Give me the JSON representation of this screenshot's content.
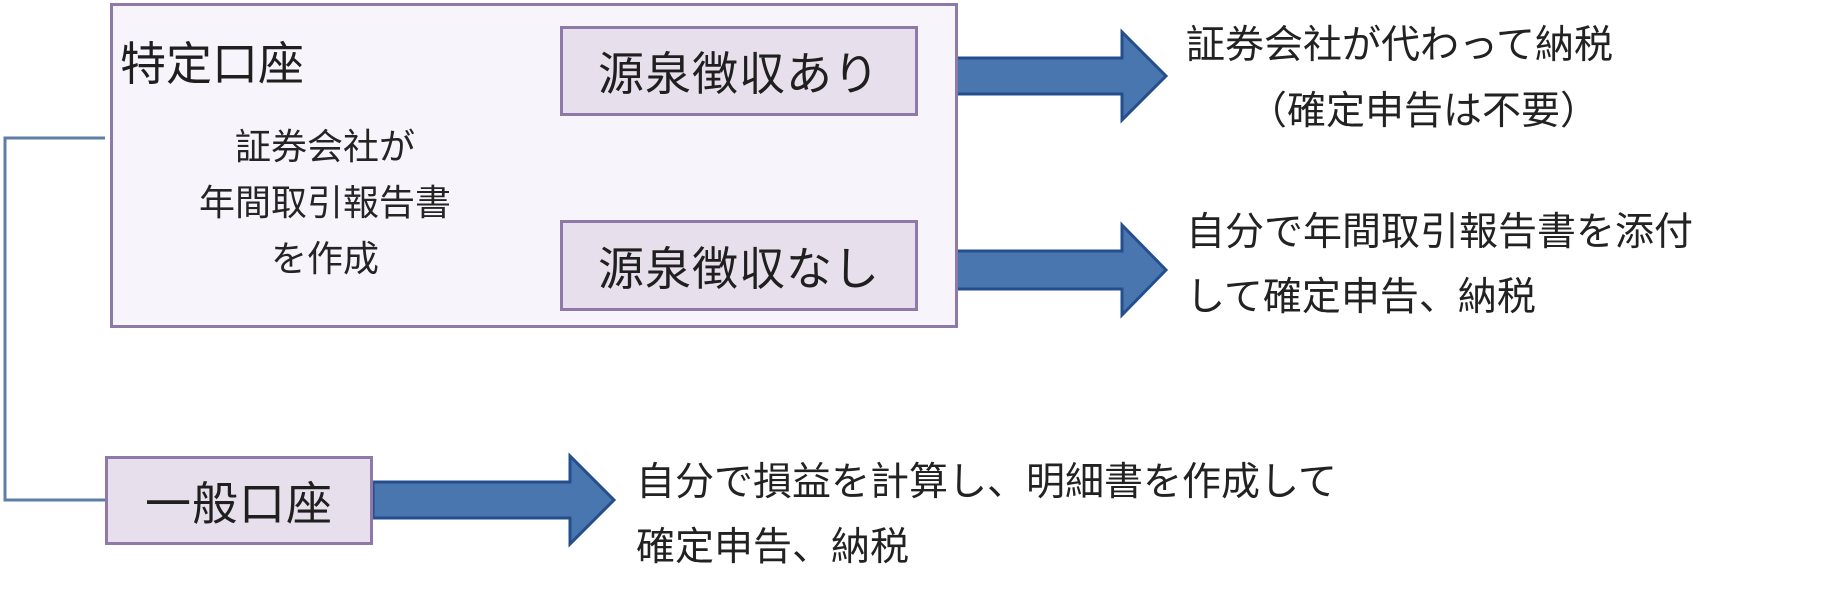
{
  "diagram": {
    "special_account": {
      "title": "特定口座",
      "note_lines": [
        "証券会社が",
        "年間取引報告書",
        "を作成"
      ],
      "withholding_yes": "源泉徴収あり",
      "withholding_no": "源泉徴収なし"
    },
    "general_account": {
      "title": "一般口座"
    },
    "outcomes": {
      "yes_lines": [
        "証券会社が代わって納税",
        "（確定申告は不要）"
      ],
      "no_lines": [
        "自分で年間取引報告書を添付",
        "して確定申告、納税"
      ],
      "general_lines": [
        "自分で損益を計算し、明細書を作成して",
        "確定申告、納税"
      ]
    },
    "colors": {
      "connector_line": "#5d7fa5",
      "arrow_fill": "#4a76b0",
      "arrow_stroke": "#244e8c",
      "box_border": "#8d7aa6",
      "box_fill": "#e7dfec",
      "outer_fill": "#f8f4fb"
    }
  }
}
